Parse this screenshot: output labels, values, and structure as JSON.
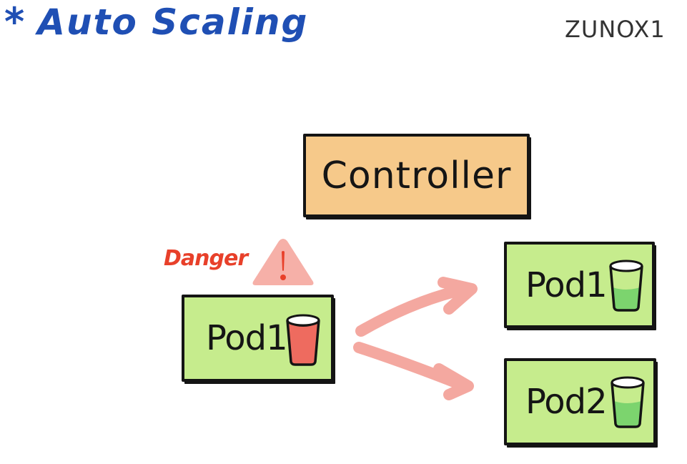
{
  "header": {
    "star": "*",
    "title": "Auto Scaling",
    "author": "ZUNOX1"
  },
  "controller": {
    "label": "Controller"
  },
  "warning": {
    "label": "Danger",
    "mark": "!"
  },
  "pods": {
    "danger_pod": {
      "label": "Pod1",
      "fill_level": 0.8
    },
    "scaled_pod_1": {
      "label": "Pod1",
      "fill_level": 0.45
    },
    "scaled_pod_2": {
      "label": "Pod2",
      "fill_level": 0.5
    }
  },
  "colors": {
    "title": "#1f4fb4",
    "controller_fill": "#f6c98a",
    "pod_fill": "#c6ec8d",
    "danger_text": "#e8402a",
    "warning_fill": "#f6b0a8",
    "arrow": "#f4a8a0",
    "cup_danger": "#ee6b5f",
    "cup_ok": "#7cd46e"
  }
}
